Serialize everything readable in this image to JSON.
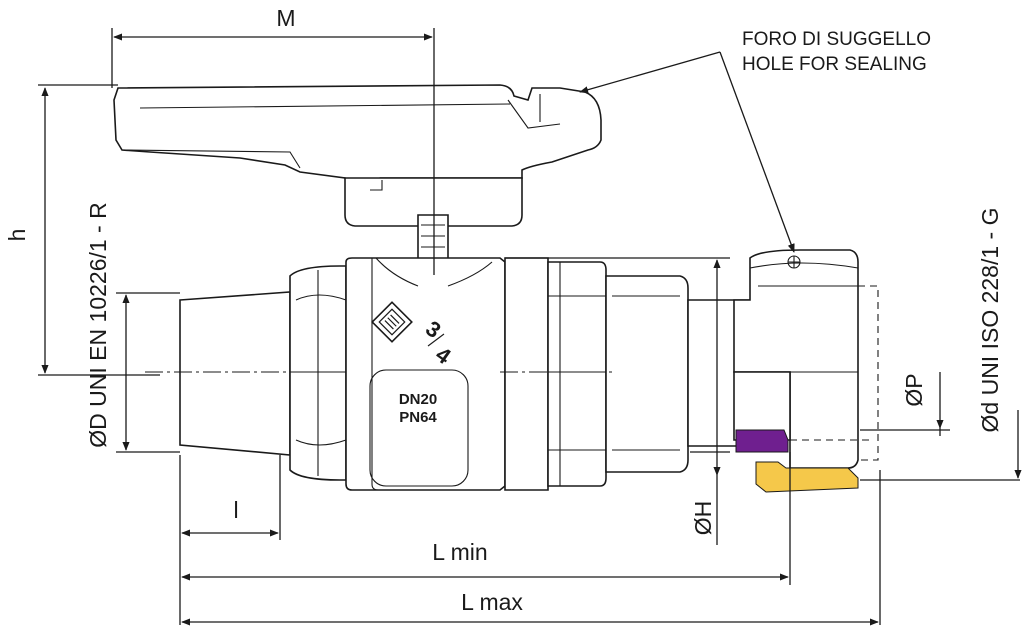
{
  "dimensions": {
    "M": "M",
    "h": "h",
    "l": "l",
    "L_min": "L min",
    "L_max": "L max",
    "H": "ØH",
    "P": "ØP",
    "D_thread": "ØD UNI EN 10226/1 - R",
    "d_thread": "Ød UNI ISO 228/1 - G"
  },
  "callout": {
    "line1": "FORO DI SUGGELLO",
    "line2": "HOLE FOR SEALING"
  },
  "body_marking": {
    "size_num": "3",
    "size_den": "4",
    "dn": "DN20",
    "pn": "PN64",
    "logo": "valve-brand-logo"
  },
  "colors": {
    "seal": "#6f1f8f",
    "gasket": "#f5c84a",
    "line": "#1a1a1a"
  }
}
